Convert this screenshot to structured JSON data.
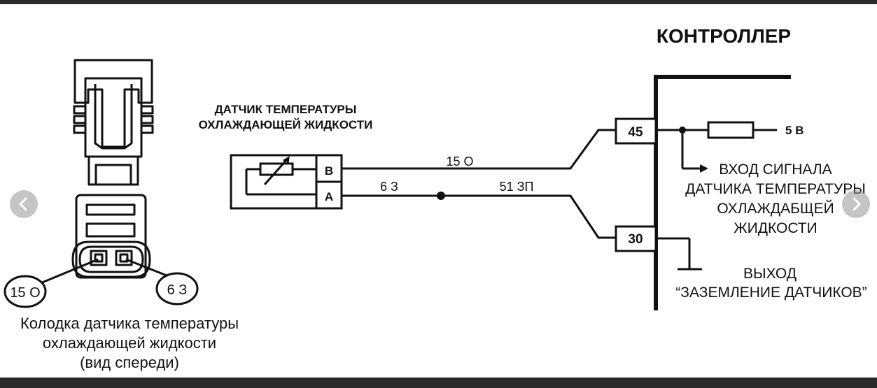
{
  "controller": {
    "title": "КОНТРОЛЛЕР",
    "pin_signal": "45",
    "pin_ground": "30",
    "supply_voltage": "5 В",
    "signal_input_lines": [
      "ВХОД СИГНАЛА",
      "ДАТЧИКА ТЕМПЕРАТУРЫ",
      "ОХЛАЖДАБЩЕЙ",
      "ЖИДКОСТИ"
    ],
    "ground_output_lines": [
      "ВЫХОД",
      "“ЗАЗЕМЛЕНИЕ ДАТЧИКОВ”"
    ]
  },
  "sensor": {
    "title_lines": [
      "ДАТЧИК ТЕМПЕРАТУРЫ",
      "ОХЛАЖДАЮЩЕЙ ЖИДКОСТИ"
    ],
    "terminal_b": "B",
    "terminal_a": "A"
  },
  "wires": {
    "wire_b": "15 О",
    "wire_a_left": "6 З",
    "wire_a_right": "51 ЗП"
  },
  "connector": {
    "left_pin_label": "15 О",
    "right_pin_label": "6 З",
    "caption_lines": [
      "Колодка датчика температуры",
      "охлаждающей жидкости",
      "(вид спереди)"
    ]
  },
  "navigation": {
    "prev_icon": "chevron-left-icon",
    "next_icon": "chevron-right-icon"
  },
  "colors": {
    "ink": "#111111",
    "background": "#ffffff",
    "frame": "#2b2b2b"
  }
}
